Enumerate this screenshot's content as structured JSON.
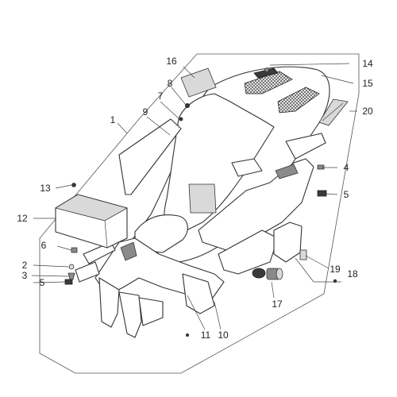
{
  "diagram": {
    "callouts": [
      {
        "id": "c1",
        "text": "1"
      },
      {
        "id": "c2",
        "text": "2"
      },
      {
        "id": "c3",
        "text": "3"
      },
      {
        "id": "c4",
        "text": "4"
      },
      {
        "id": "c5a",
        "text": "5"
      },
      {
        "id": "c5b",
        "text": "5"
      },
      {
        "id": "c6",
        "text": "6"
      },
      {
        "id": "c7",
        "text": "7"
      },
      {
        "id": "c8",
        "text": "8"
      },
      {
        "id": "c9",
        "text": "9"
      },
      {
        "id": "c10",
        "text": "10"
      },
      {
        "id": "c11",
        "text": "11"
      },
      {
        "id": "c12",
        "text": "12"
      },
      {
        "id": "c13",
        "text": "13"
      },
      {
        "id": "c14",
        "text": "14"
      },
      {
        "id": "c15",
        "text": "15"
      },
      {
        "id": "c16",
        "text": "16"
      },
      {
        "id": "c17",
        "text": "17"
      },
      {
        "id": "c18",
        "text": "18"
      },
      {
        "id": "c19",
        "text": "19"
      },
      {
        "id": "c20",
        "text": "20"
      }
    ]
  }
}
